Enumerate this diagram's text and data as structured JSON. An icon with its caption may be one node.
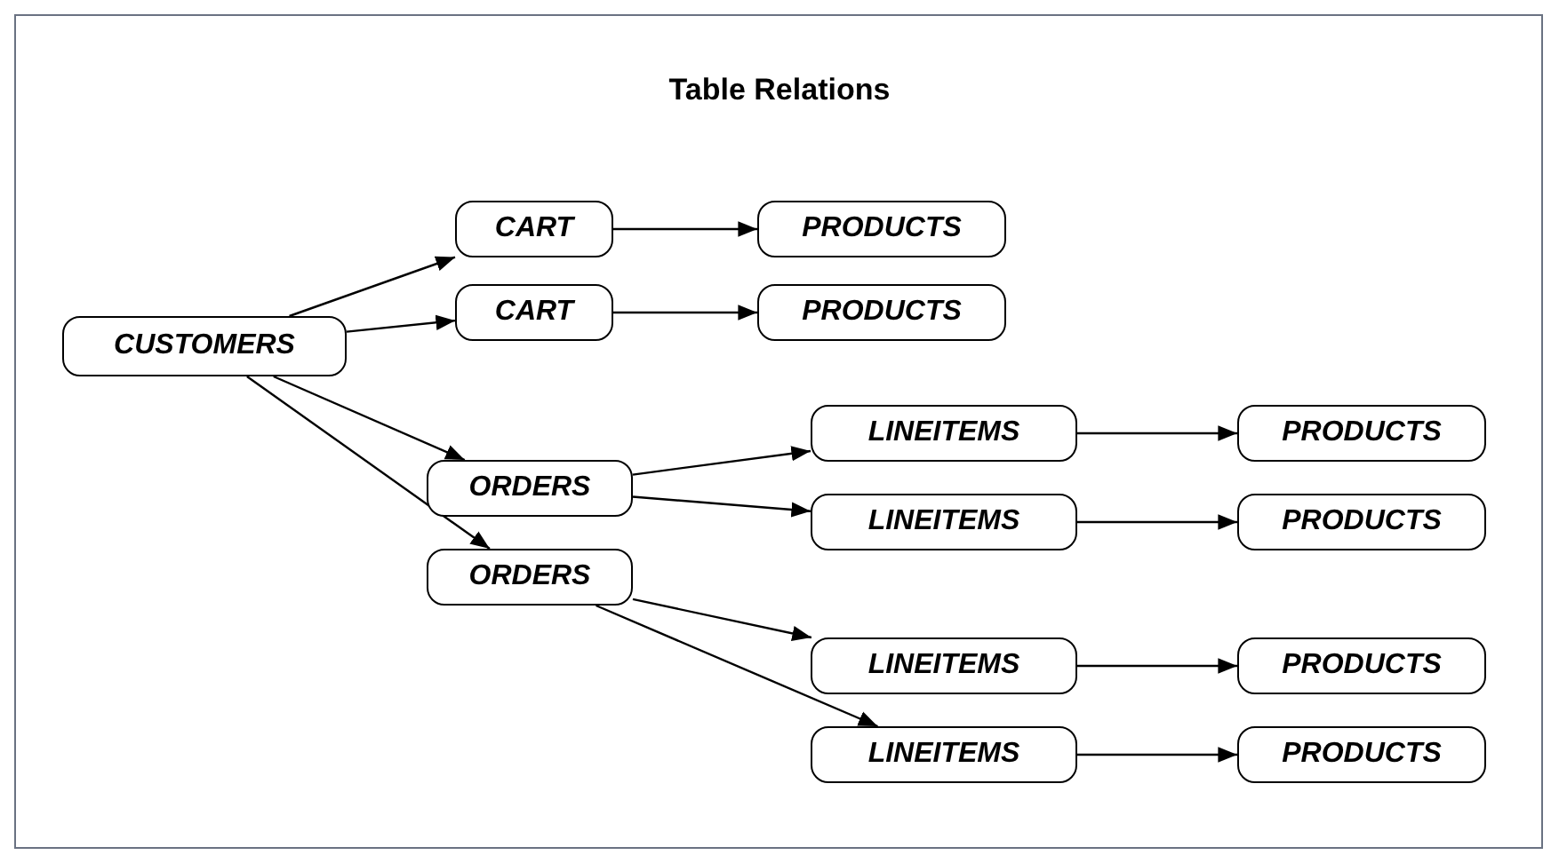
{
  "diagram": {
    "title": "Table Relations",
    "nodes": [
      {
        "text": [
          "CUSTOMERS"
        ]
      },
      {
        "text": [
          "CART"
        ]
      },
      {
        "text": [
          "CART"
        ]
      },
      {
        "text": [
          "PRODUCTS"
        ]
      },
      {
        "text": [
          "PRODUCTS"
        ]
      },
      {
        "text": [
          "ORDERS"
        ]
      },
      {
        "text": [
          "ORDERS"
        ]
      },
      {
        "text": [
          "LINEITEMS"
        ]
      },
      {
        "text": [
          "LINEITEMS"
        ]
      },
      {
        "text": [
          "LINEITEMS"
        ]
      },
      {
        "text": [
          "LINEITEMS"
        ]
      },
      {
        "text": [
          "PRODUCTS"
        ]
      },
      {
        "text": [
          "PRODUCTS"
        ]
      },
      {
        "text": [
          "PRODUCTS"
        ]
      },
      {
        "text": [
          "PRODUCTS"
        ]
      }
    ],
    "edges": [
      {
        "from": 0,
        "to": 1,
        "arrow": "to"
      },
      {
        "from": 0,
        "to": 2,
        "arrow": "to"
      },
      {
        "from": 0,
        "to": 5,
        "arrow": "to"
      },
      {
        "from": 0,
        "to": 6,
        "arrow": "to"
      },
      {
        "from": 1,
        "to": 3,
        "arrow": "to"
      },
      {
        "from": 2,
        "to": 4,
        "arrow": "to"
      },
      {
        "from": 5,
        "to": 7,
        "arrow": "to"
      },
      {
        "from": 5,
        "to": 8,
        "arrow": "to"
      },
      {
        "from": 6,
        "to": 9,
        "arrow": "to"
      },
      {
        "from": 6,
        "to": 10,
        "arrow": "to"
      },
      {
        "from": 7,
        "to": 11,
        "arrow": "to"
      },
      {
        "from": 8,
        "to": 12,
        "arrow": "to"
      },
      {
        "from": 9,
        "to": 13,
        "arrow": "to"
      },
      {
        "from": 10,
        "to": 14,
        "arrow": "to"
      }
    ]
  }
}
